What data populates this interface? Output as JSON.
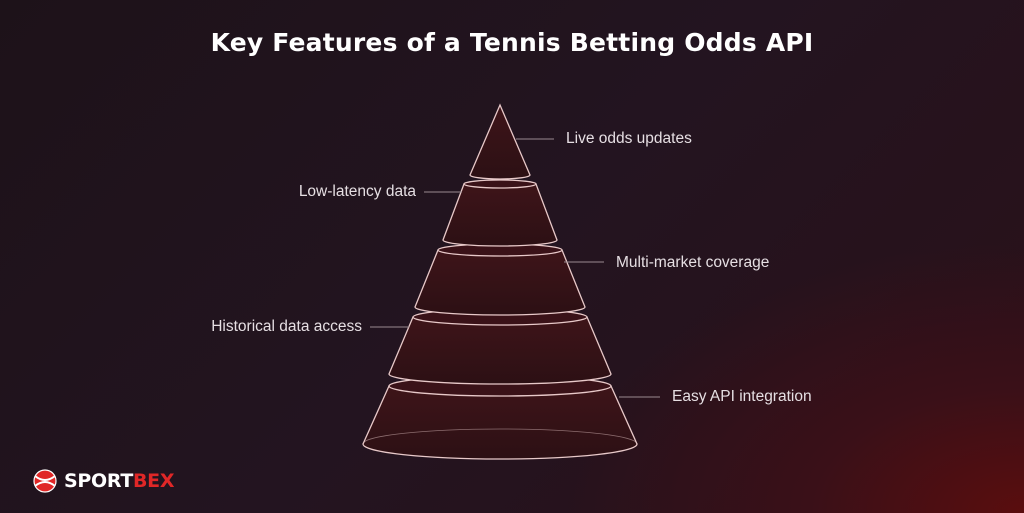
{
  "title": "Key Features of a Tennis Betting Odds API",
  "features": [
    {
      "label": "Live odds updates",
      "side": "right"
    },
    {
      "label": "Low-latency data",
      "side": "left"
    },
    {
      "label": "Multi-market coverage",
      "side": "right"
    },
    {
      "label": "Historical data access",
      "side": "left"
    },
    {
      "label": "Easy API integration",
      "side": "right"
    }
  ],
  "logo": {
    "part1": "SPORT",
    "part2": "BEX"
  },
  "colors": {
    "segment_fill": "#3b1218",
    "segment_stroke": "#e8c9c9",
    "logo_accent": "#e02727"
  }
}
